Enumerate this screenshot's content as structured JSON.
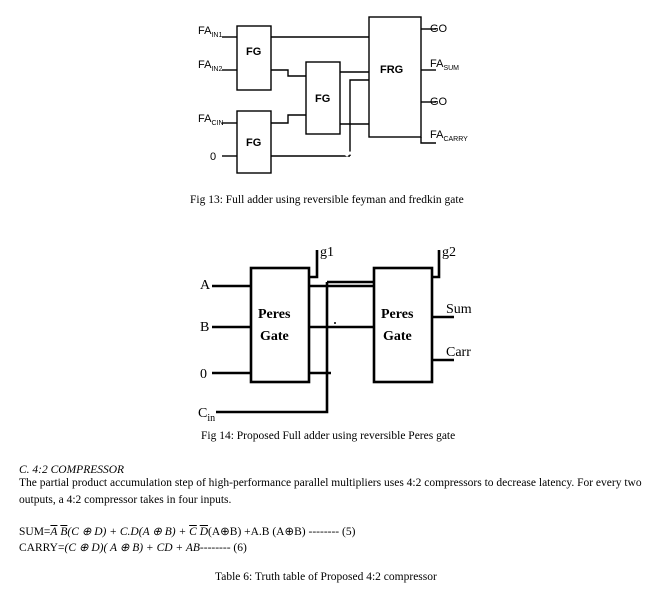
{
  "fig13": {
    "inputs": [
      "FA",
      "FA",
      "FA",
      "0"
    ],
    "input_subs": [
      "IN1",
      "IN2",
      "CIN",
      ""
    ],
    "gates": [
      "FG",
      "FG",
      "FG",
      "FRG"
    ],
    "outputs": [
      "GO",
      "FA",
      "GO",
      "FA"
    ],
    "output_subs": [
      "",
      "SUM",
      "",
      "CARRY"
    ],
    "caption": "Fig 13: Full adder using reversible feyman and fredkin gate"
  },
  "fig14": {
    "inputs": [
      "A",
      "B",
      "0",
      "C"
    ],
    "cin_sub": "in",
    "gate1": [
      "Peres",
      "Gate"
    ],
    "gate2": [
      "Peres",
      "Gate"
    ],
    "garbage": [
      "g1",
      "g2"
    ],
    "outputs": [
      "Sum",
      "Carr"
    ],
    "caption": "Fig 14: Proposed Full adder using reversible Peres gate"
  },
  "section": {
    "heading": "C.   4:2 COMPRESSOR",
    "body": "The partial product accumulation step of high-performance parallel multipliers uses 4:2 compressors to decrease latency. For every two outputs, a 4:2 compressor takes in four inputs."
  },
  "equations": {
    "sum_label": "SUM=",
    "sum_tail": "(A⊕B) +A.B (A⊕B) -------- (5)",
    "carry_label": "CARRY=",
    "carry_tail": "-------- (6)"
  },
  "table_caption": "Table 6: Truth table of Proposed 4:2 compressor"
}
